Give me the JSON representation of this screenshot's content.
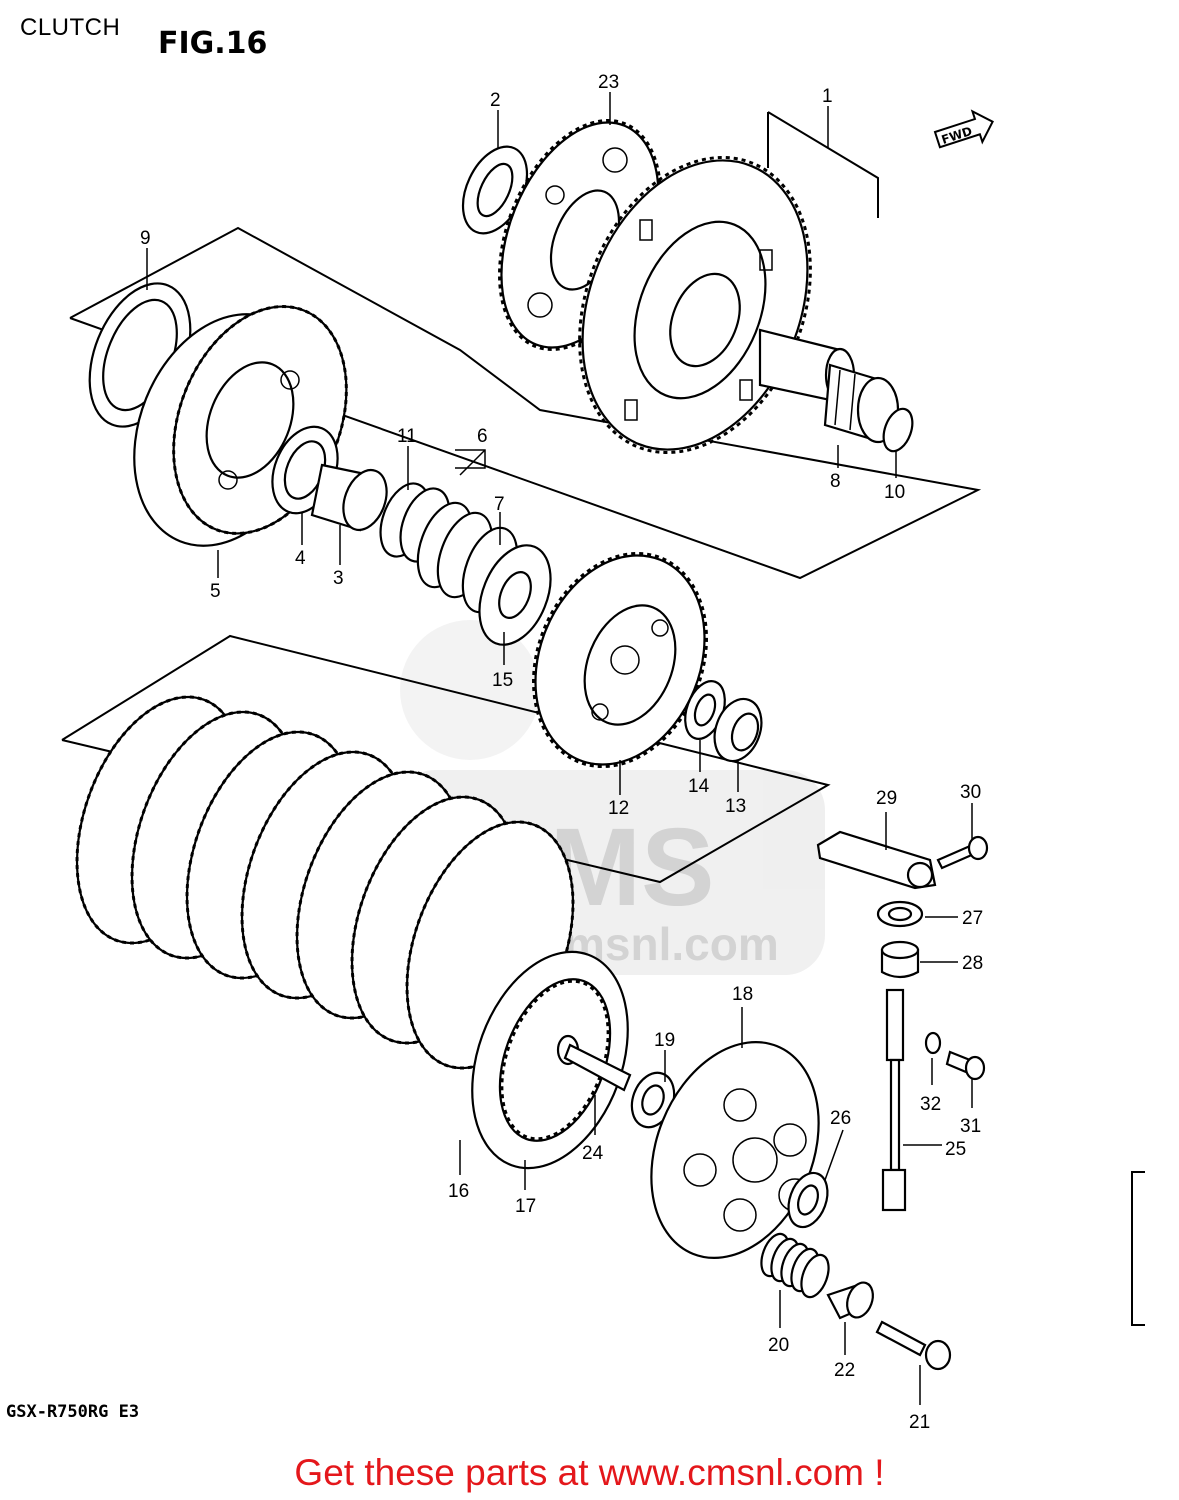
{
  "header": {
    "section": "CLUTCH",
    "figure": "FIG.16"
  },
  "model": "GSX-R750RG  E3",
  "fwd_label": "FWD",
  "watermark": {
    "brand": "CMS",
    "site": "www.cmsnl.com"
  },
  "footer": {
    "link_text": "Get these parts at www.cmsnl.com !"
  },
  "callouts": {
    "c1": "1",
    "c2": "2",
    "c3": "3",
    "c4": "4",
    "c5": "5",
    "c6": "6",
    "c7": "7",
    "c8": "8",
    "c9": "9",
    "c10": "10",
    "c11": "11",
    "c12": "12",
    "c13": "13",
    "c14": "14",
    "c15": "15",
    "c16": "16",
    "c17": "17",
    "c18": "18",
    "c19": "19",
    "c20": "20",
    "c21": "21",
    "c22": "22",
    "c23": "23",
    "c24": "24",
    "c25": "25",
    "c26": "26",
    "c27": "27",
    "c28": "28",
    "c29": "29",
    "c30": "30",
    "c31": "31",
    "c32": "32"
  }
}
